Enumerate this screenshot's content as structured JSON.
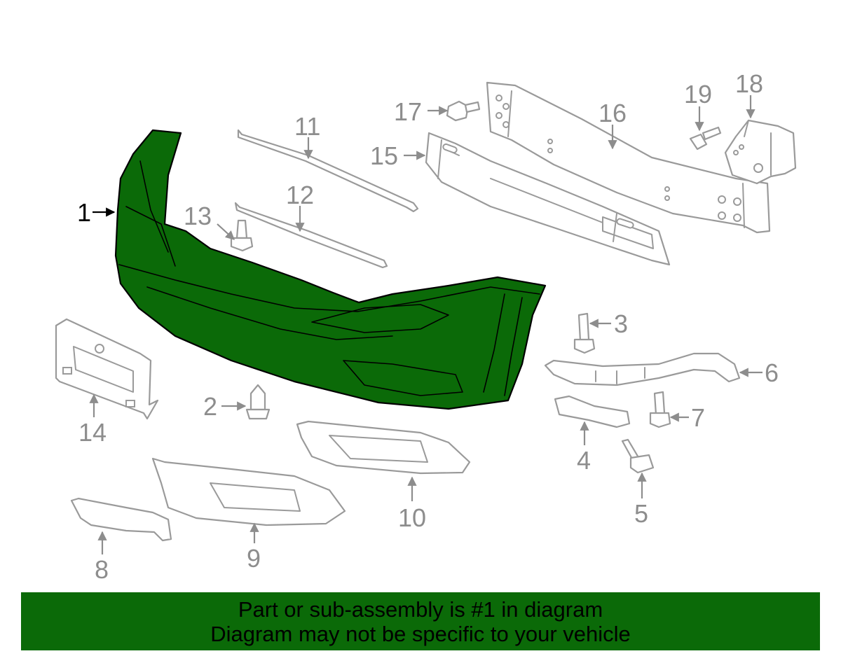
{
  "callouts": [
    {
      "id": "1",
      "highlighted": true
    },
    {
      "id": "2"
    },
    {
      "id": "3"
    },
    {
      "id": "4"
    },
    {
      "id": "5"
    },
    {
      "id": "6"
    },
    {
      "id": "7"
    },
    {
      "id": "8"
    },
    {
      "id": "9"
    },
    {
      "id": "10"
    },
    {
      "id": "11"
    },
    {
      "id": "12"
    },
    {
      "id": "13"
    },
    {
      "id": "14"
    },
    {
      "id": "15"
    },
    {
      "id": "16"
    },
    {
      "id": "17"
    },
    {
      "id": "18"
    },
    {
      "id": "19"
    }
  ],
  "banner": {
    "line1": "Part or sub-assembly is #1 in diagram",
    "line2": "Diagram may not be specific to your vehicle"
  },
  "colors": {
    "highlight": "#0b6a08",
    "part_outline": "#9a9a9a",
    "callout_text": "#8d8d8d",
    "banner_background": "#0b6a08"
  }
}
